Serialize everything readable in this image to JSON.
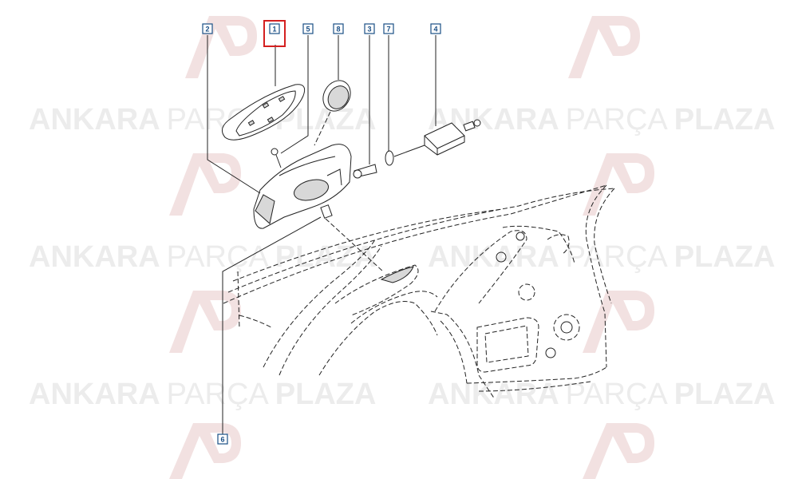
{
  "watermark": {
    "brand_bold": "ANKARA",
    "brand_light": "PARÇA",
    "brand_bold2": "PLAZA",
    "logo_colors": {
      "primary": "#f1dede",
      "text": "#ececec"
    }
  },
  "callouts": [
    {
      "id": "1",
      "label": "1",
      "highlighted": true
    },
    {
      "id": "2",
      "label": "2",
      "highlighted": false
    },
    {
      "id": "3",
      "label": "3",
      "highlighted": false
    },
    {
      "id": "4",
      "label": "4",
      "highlighted": false
    },
    {
      "id": "5",
      "label": "5",
      "highlighted": false
    },
    {
      "id": "6",
      "label": "6",
      "highlighted": false
    },
    {
      "id": "7",
      "label": "7",
      "highlighted": false
    },
    {
      "id": "8",
      "label": "8",
      "highlighted": false
    }
  ],
  "colors": {
    "callout_border": "#1a4f86",
    "highlight_border": "#d42020"
  }
}
